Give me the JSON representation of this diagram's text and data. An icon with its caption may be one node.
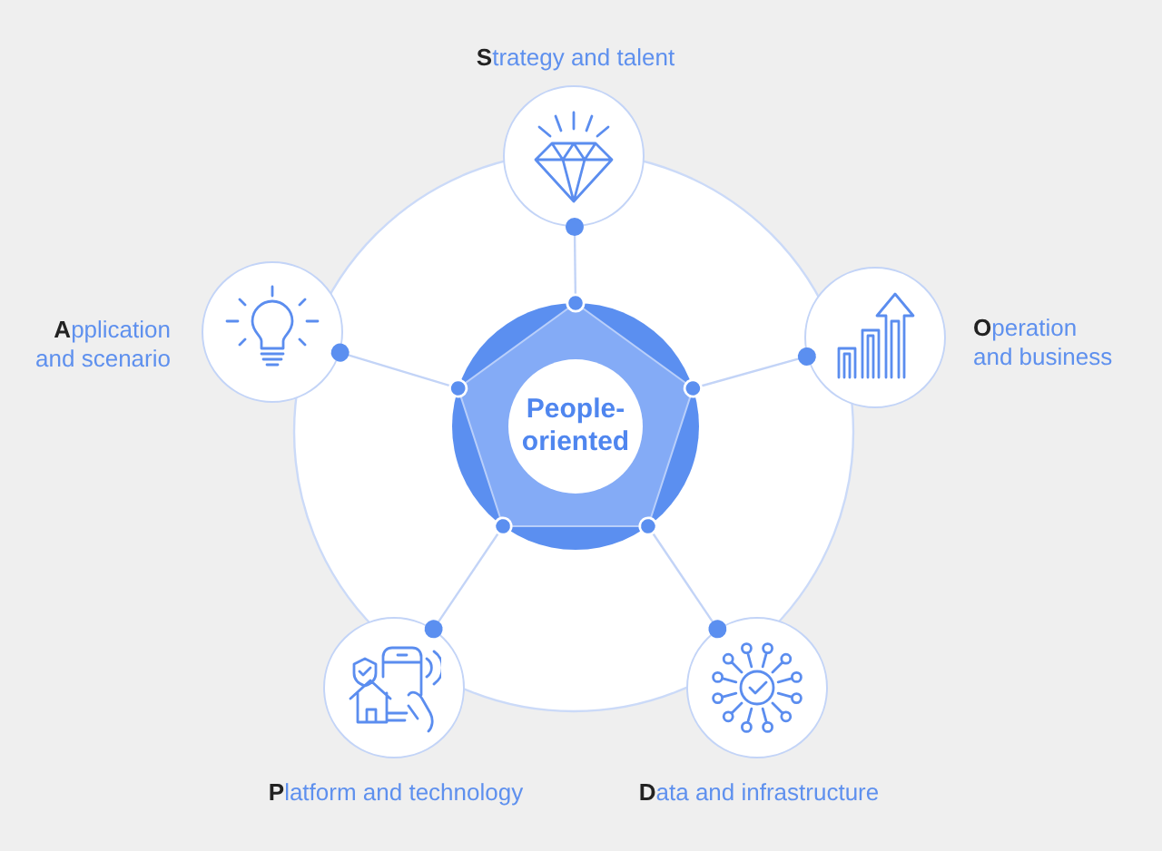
{
  "diagram": {
    "nodes": [
      {
        "text": [
          "**S**trategy and talent"
        ]
      },
      {
        "text": [
          "**A**pplication and scenario"
        ]
      },
      {
        "text": [
          "**O**peration and business"
        ]
      },
      {
        "text": [
          "People-oriented"
        ]
      },
      {
        "text": [
          "**P**latform and technology"
        ]
      },
      {
        "text": [
          "**D**ata and infrastructure"
        ]
      }
    ],
    "edges": [
      {
        "from": 3,
        "to": 0,
        "arrow": "other"
      },
      {
        "from": 3,
        "to": 1,
        "arrow": "other"
      },
      {
        "from": 3,
        "to": 2,
        "arrow": "other"
      },
      {
        "from": 3,
        "to": 4,
        "arrow": "other"
      },
      {
        "from": 3,
        "to": 5,
        "arrow": "other"
      }
    ]
  }
}
